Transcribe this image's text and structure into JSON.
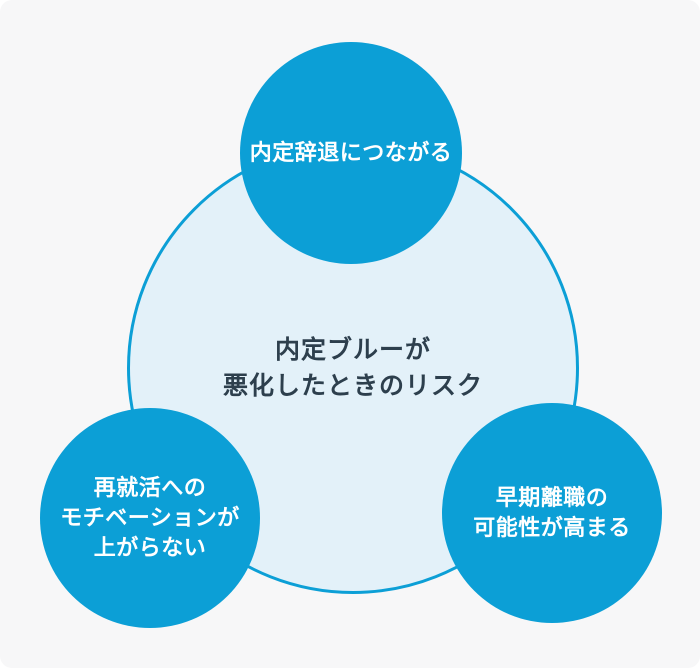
{
  "diagram": {
    "title": {
      "lines": [
        "内定ブルーが",
        "悪化したときのリスク"
      ]
    },
    "risks": [
      {
        "position": "top",
        "lines": [
          "内定辞退につながる"
        ]
      },
      {
        "position": "bottom-left",
        "lines": [
          "再就活への",
          "モチベーションが",
          "上がらない"
        ]
      },
      {
        "position": "bottom-right",
        "lines": [
          "早期離職の",
          "可能性が高まる"
        ]
      }
    ],
    "colors": {
      "page_bg": "#ffffff",
      "panel_bg": "#f7f7f8",
      "circle_blue": "#0c9fd6",
      "center_fill": "#e3f1f9",
      "center_stroke": "#0c9fd6",
      "title_text": "#2d3f4d",
      "risk_text": "#ffffff"
    }
  }
}
